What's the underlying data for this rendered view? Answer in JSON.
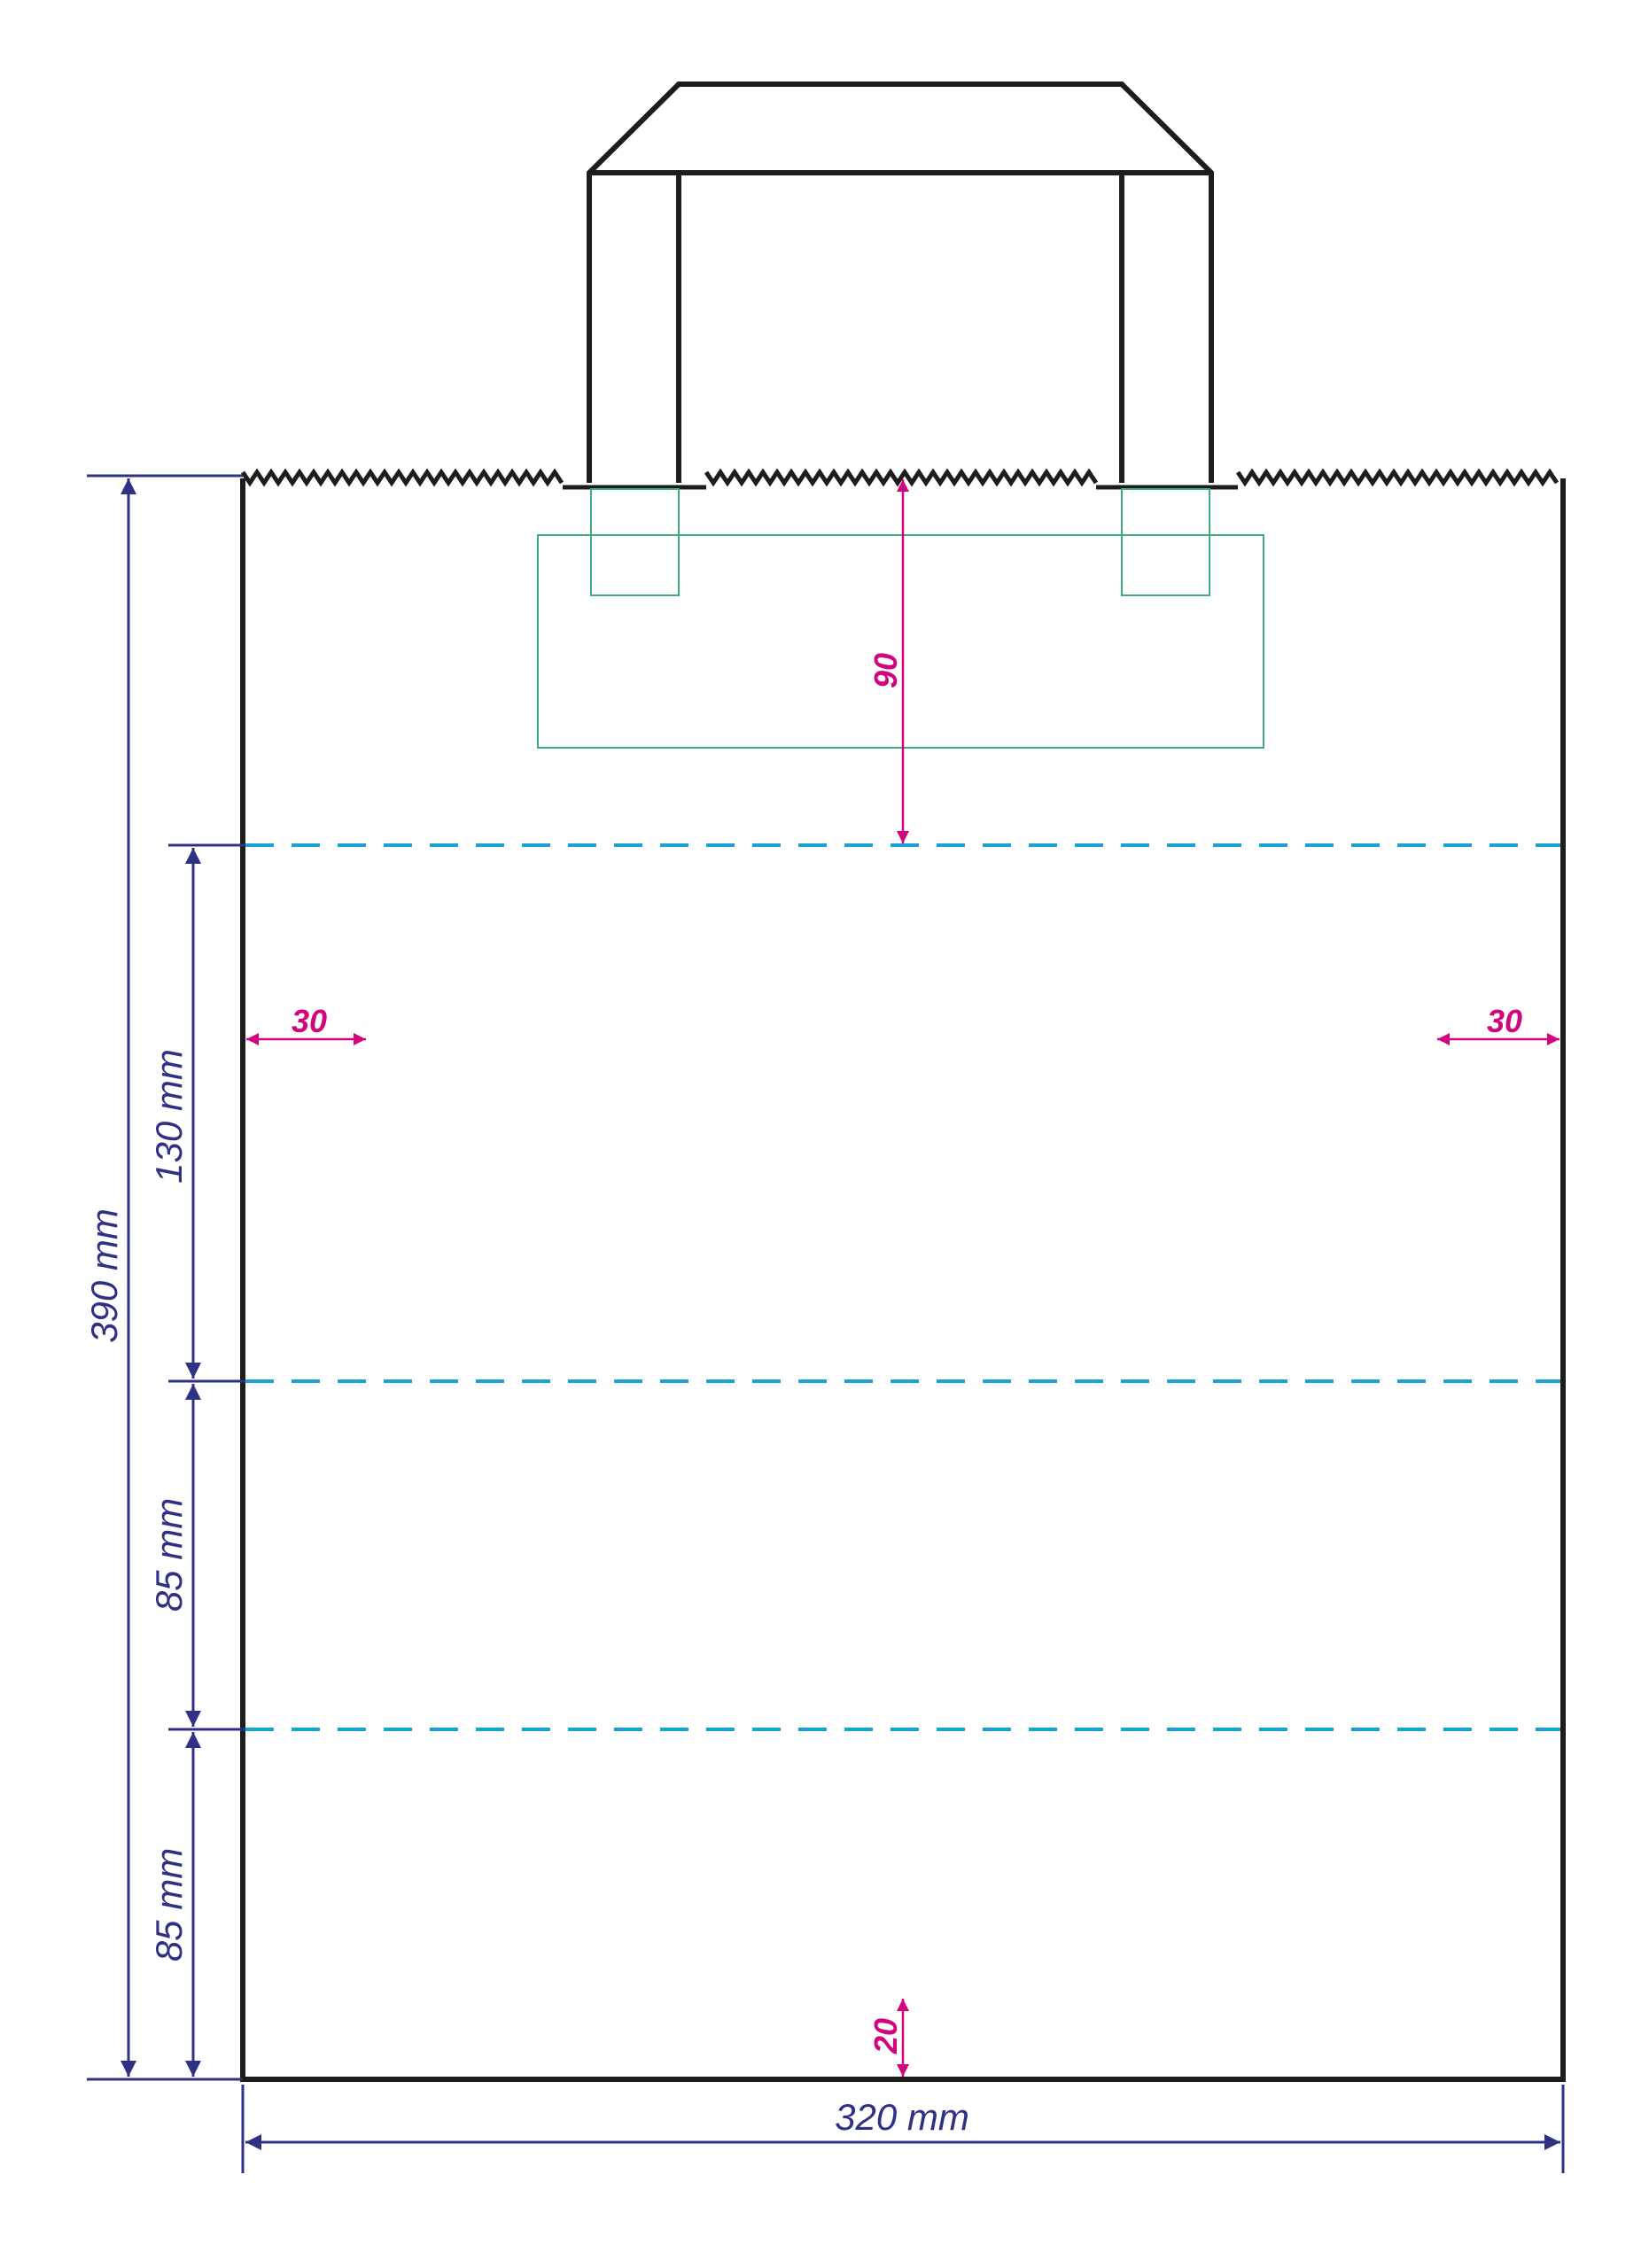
{
  "dimensions": {
    "width": "320 mm",
    "height": "390 mm",
    "section_top": "130 mm",
    "section_middle": "85 mm",
    "section_bottom": "85 mm"
  },
  "print_margins": {
    "top": "90",
    "left": "30",
    "right": "30",
    "bottom": "20"
  },
  "colors": {
    "outline": "#1d1d1b",
    "dimension": "#2e3184",
    "margin": "#d1057d",
    "fold_line": "#1aa3d5",
    "print_area": "#3dae7a"
  }
}
